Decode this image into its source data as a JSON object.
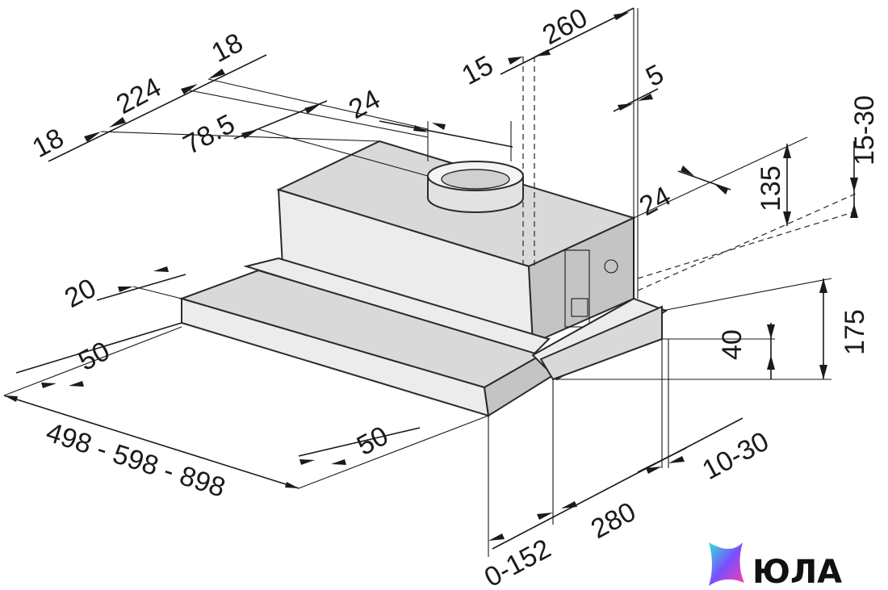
{
  "dimensions": {
    "d18_left": "18",
    "d224": "224",
    "d18_right": "18",
    "d78_5": "78.5",
    "d24_top": "24",
    "d15": "15",
    "d260": "260",
    "d5": "5",
    "d24_right": "24",
    "d135": "135",
    "d15_30": "15-30",
    "d20": "20",
    "d50_left": "50",
    "d498": "498 - 598 - 898",
    "d50_bottom": "50",
    "d40": "40",
    "d175": "175",
    "d10_30": "10-30",
    "d280": "280",
    "d0_152": "0-152"
  },
  "logo": {
    "text": "ЮЛА",
    "icon": "yula-star-icon",
    "colors": [
      "#ff3ea5",
      "#7b4dff",
      "#2ee6d6"
    ]
  }
}
